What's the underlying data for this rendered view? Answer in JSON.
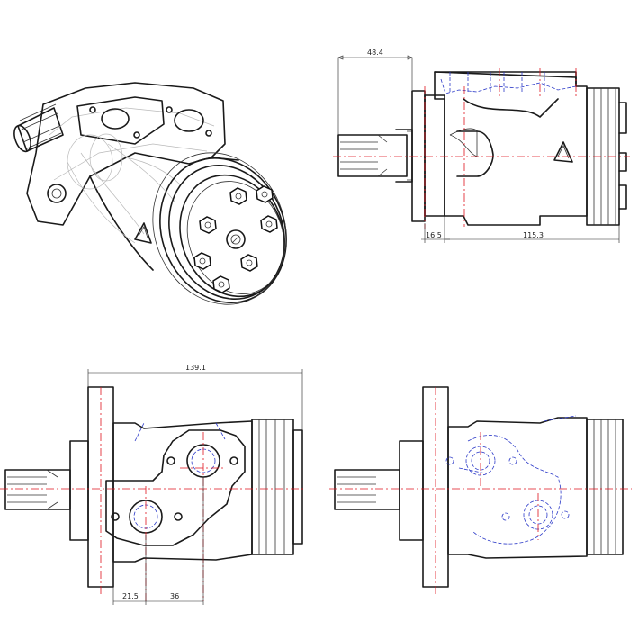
{
  "views": {
    "isometric": {
      "bolt_count": 7
    },
    "side_top": {
      "dimensions": {
        "shaft_extension": "48.4",
        "flange_offset": "16.5",
        "body_length": "115.3"
      }
    },
    "front_ports": {
      "dimensions": {
        "overall_length": "139.1",
        "port_offset_a": "21.5",
        "port_offset_b": "36"
      }
    },
    "rear_hidden": {}
  },
  "colors": {
    "outline": "#1a1a1a",
    "centerline": "#e0141e",
    "hidden_line": "#2b39c8",
    "dimension": "#222222"
  }
}
